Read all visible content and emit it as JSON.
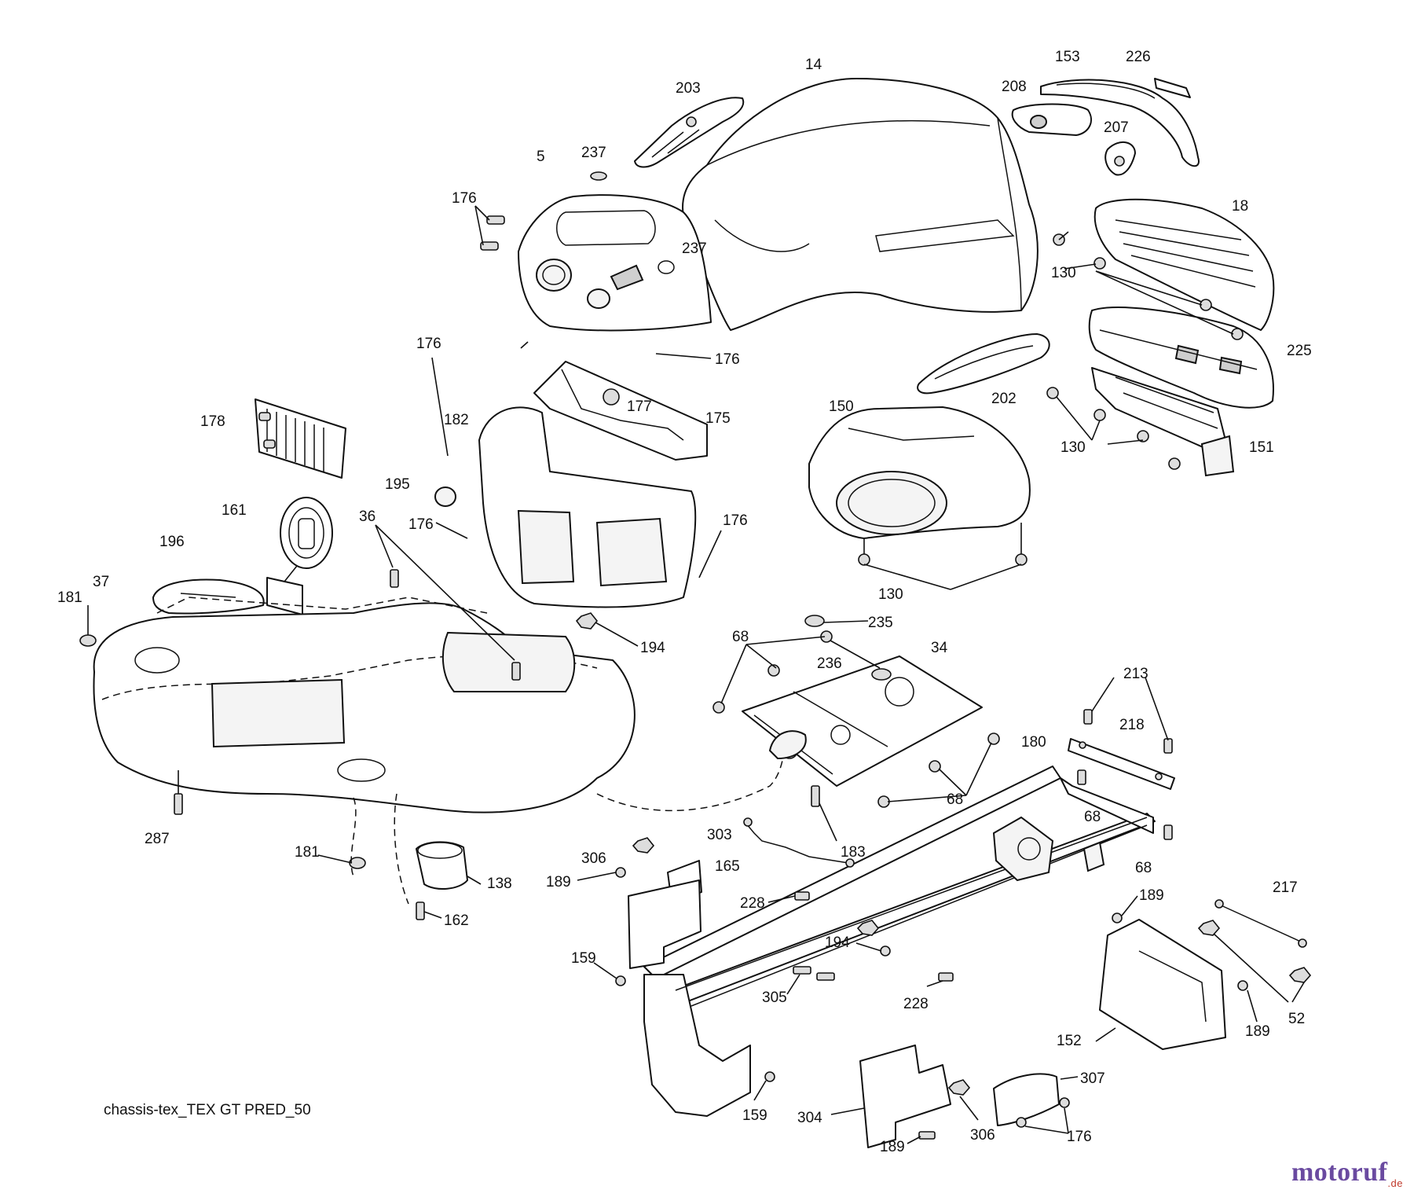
{
  "caption": "chassis-tex_TEX GT PRED_50",
  "watermark": {
    "text": "motoruf",
    "suffix": ".de",
    "color": "#6a4aa0"
  },
  "callouts": {
    "c14": "14",
    "c153": "153",
    "c226": "226",
    "c203": "203",
    "c208": "208",
    "c207": "207",
    "c237a": "237",
    "c5": "5",
    "c176a": "176",
    "c237b": "237",
    "c18": "18",
    "c130a": "130",
    "c225": "225",
    "c176b": "176",
    "c176c": "176",
    "c177": "177",
    "c175": "175",
    "c182": "182",
    "c178": "178",
    "c150": "150",
    "c202": "202",
    "c130b": "130",
    "c151": "151",
    "c195": "195",
    "c176d": "176",
    "c176e": "176",
    "c161": "161",
    "c36": "36",
    "c196": "196",
    "c181a": "181",
    "c37": "37",
    "c130c": "130",
    "c235": "235",
    "c68a": "68",
    "c34": "34",
    "c194a": "194",
    "c236": "236",
    "c213": "213",
    "c218": "218",
    "c180": "180",
    "c68b": "68",
    "c68c": "68",
    "c287": "287",
    "c183": "183",
    "c68d": "68",
    "c306a": "306",
    "c303": "303",
    "c181b": "181",
    "c165": "165",
    "c138": "138",
    "c189a": "189",
    "c217": "217",
    "c228a": "228",
    "c189b": "189",
    "c162": "162",
    "c194b": "194",
    "c159a": "159",
    "c305": "305",
    "c228b": "228",
    "c189c": "189",
    "c52": "52",
    "c152": "152",
    "c307": "307",
    "c159b": "159",
    "c304": "304",
    "c306b": "306",
    "c176f": "176",
    "c189d": "189"
  }
}
